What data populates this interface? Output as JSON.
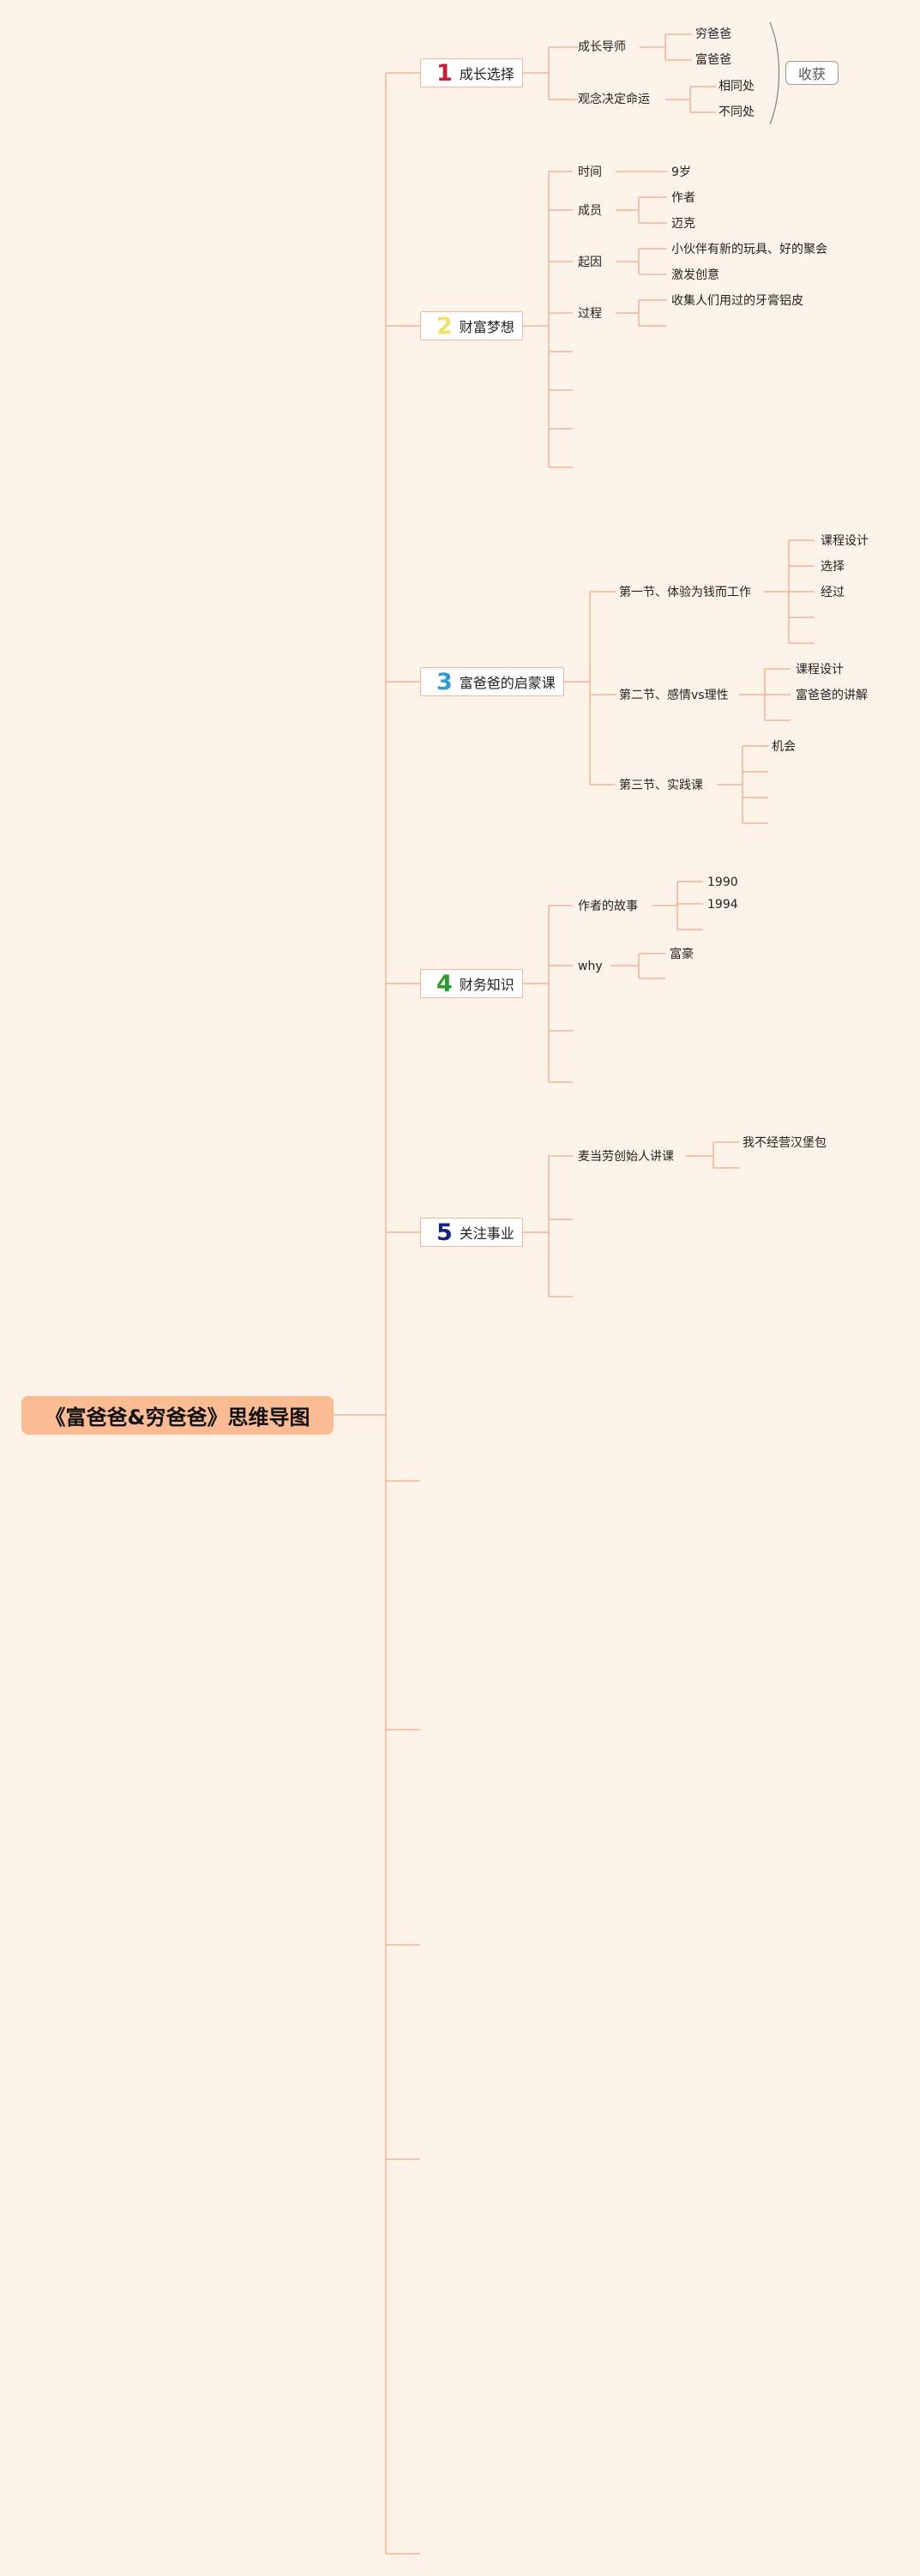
{
  "root": {
    "title": "《富爸爸&穷爸爸》思维导图"
  },
  "topics": [
    {
      "num": "1",
      "num_color": "#c41f3b",
      "label": "成长选择"
    },
    {
      "num": "2",
      "num_color": "#f2df67",
      "label": "财富梦想"
    },
    {
      "num": "3",
      "num_color": "#2e9bd6",
      "label": "富爸爸的启蒙课"
    },
    {
      "num": "4",
      "num_color": "#2d9a2d",
      "label": "财务知识"
    },
    {
      "num": "5",
      "num_color": "#1a237e",
      "label": "关注事业"
    }
  ],
  "t1": {
    "a": "成长导师",
    "a1": "穷爸爸",
    "a2": "富爸爸",
    "b": "观念决定命运",
    "b1": "相同处",
    "b2": "不同处",
    "summary": "收获"
  },
  "t2": {
    "a": "时间",
    "a1": "9岁",
    "b": "成员",
    "b1": "作者",
    "b2": "迈克",
    "c": "起因",
    "c1": "小伙伴有新的玩具、好的聚会",
    "c2": "激发创意",
    "d": "过程",
    "d1": "收集人们用过的牙膏铝皮"
  },
  "t3": {
    "a": "第一节、体验为钱而工作",
    "a1": "课程设计",
    "a2": "选择",
    "a3": "经过",
    "b": "第二节、感情vs理性",
    "b1": "课程设计",
    "b2": "富爸爸的讲解",
    "c": "第三节、实践课",
    "c1": "机会"
  },
  "t4": {
    "a": "作者的故事",
    "a1": "1990",
    "a2": "1994",
    "b": "why",
    "b1": "富豪"
  },
  "t5": {
    "a": "麦当劳创始人讲课",
    "a1": "我不经营汉堡包"
  },
  "colors": {
    "line": "#f0a88a",
    "background": "#fef3e9",
    "root_fill": "#fbbc93"
  }
}
